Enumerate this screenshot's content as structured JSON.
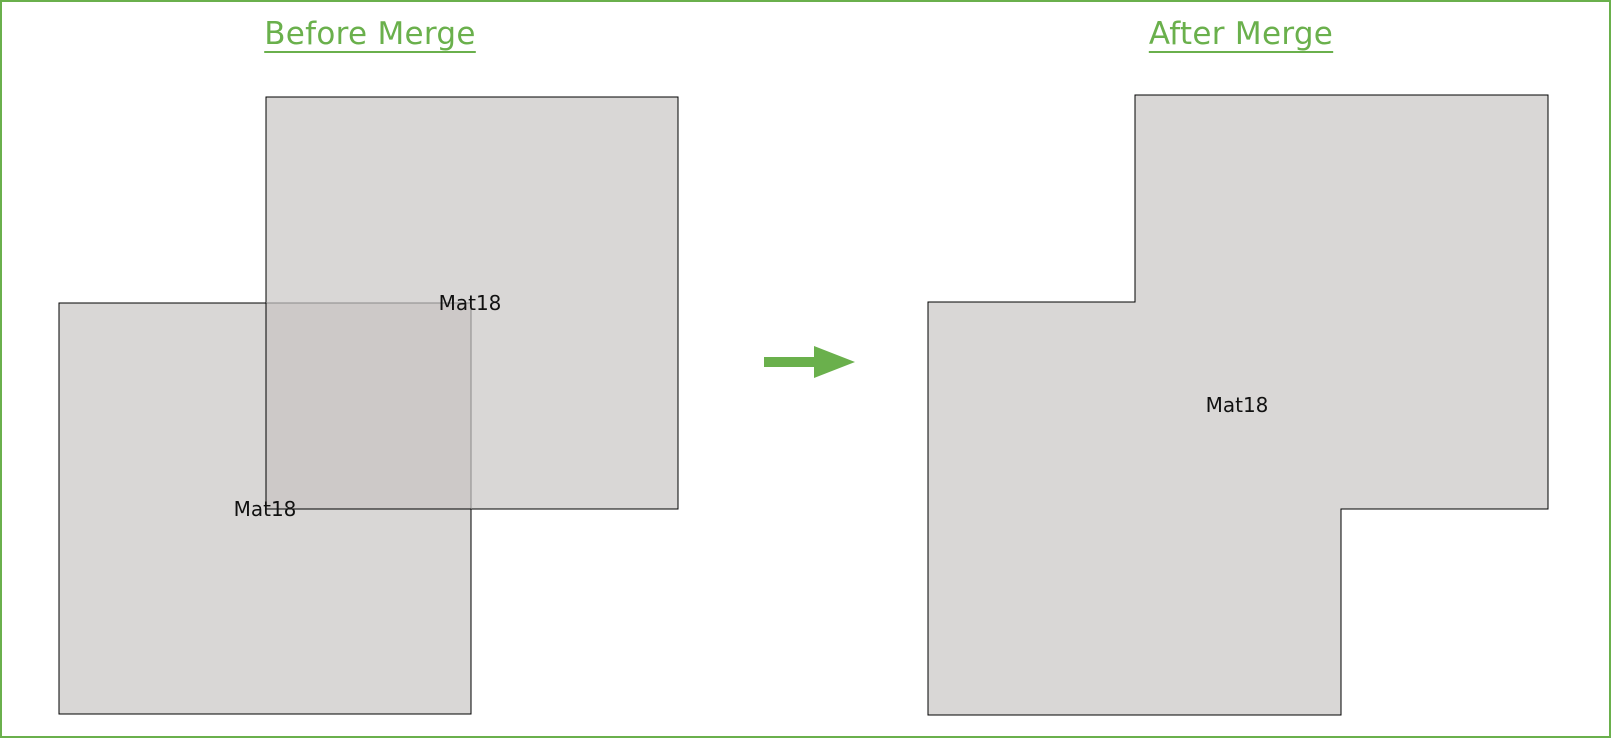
{
  "before": {
    "title": "Before Merge",
    "square_top_label": "Mat18",
    "square_bottom_label": "Mat18"
  },
  "after": {
    "title": "After Merge",
    "shape_label": "Mat18"
  },
  "arrow": {
    "icon": "arrow-right-icon"
  },
  "colors": {
    "accent": "#6ab04c",
    "fill": "#d9d7d6",
    "overlap_fill": "#cdc9c8",
    "outline": "#000000"
  }
}
